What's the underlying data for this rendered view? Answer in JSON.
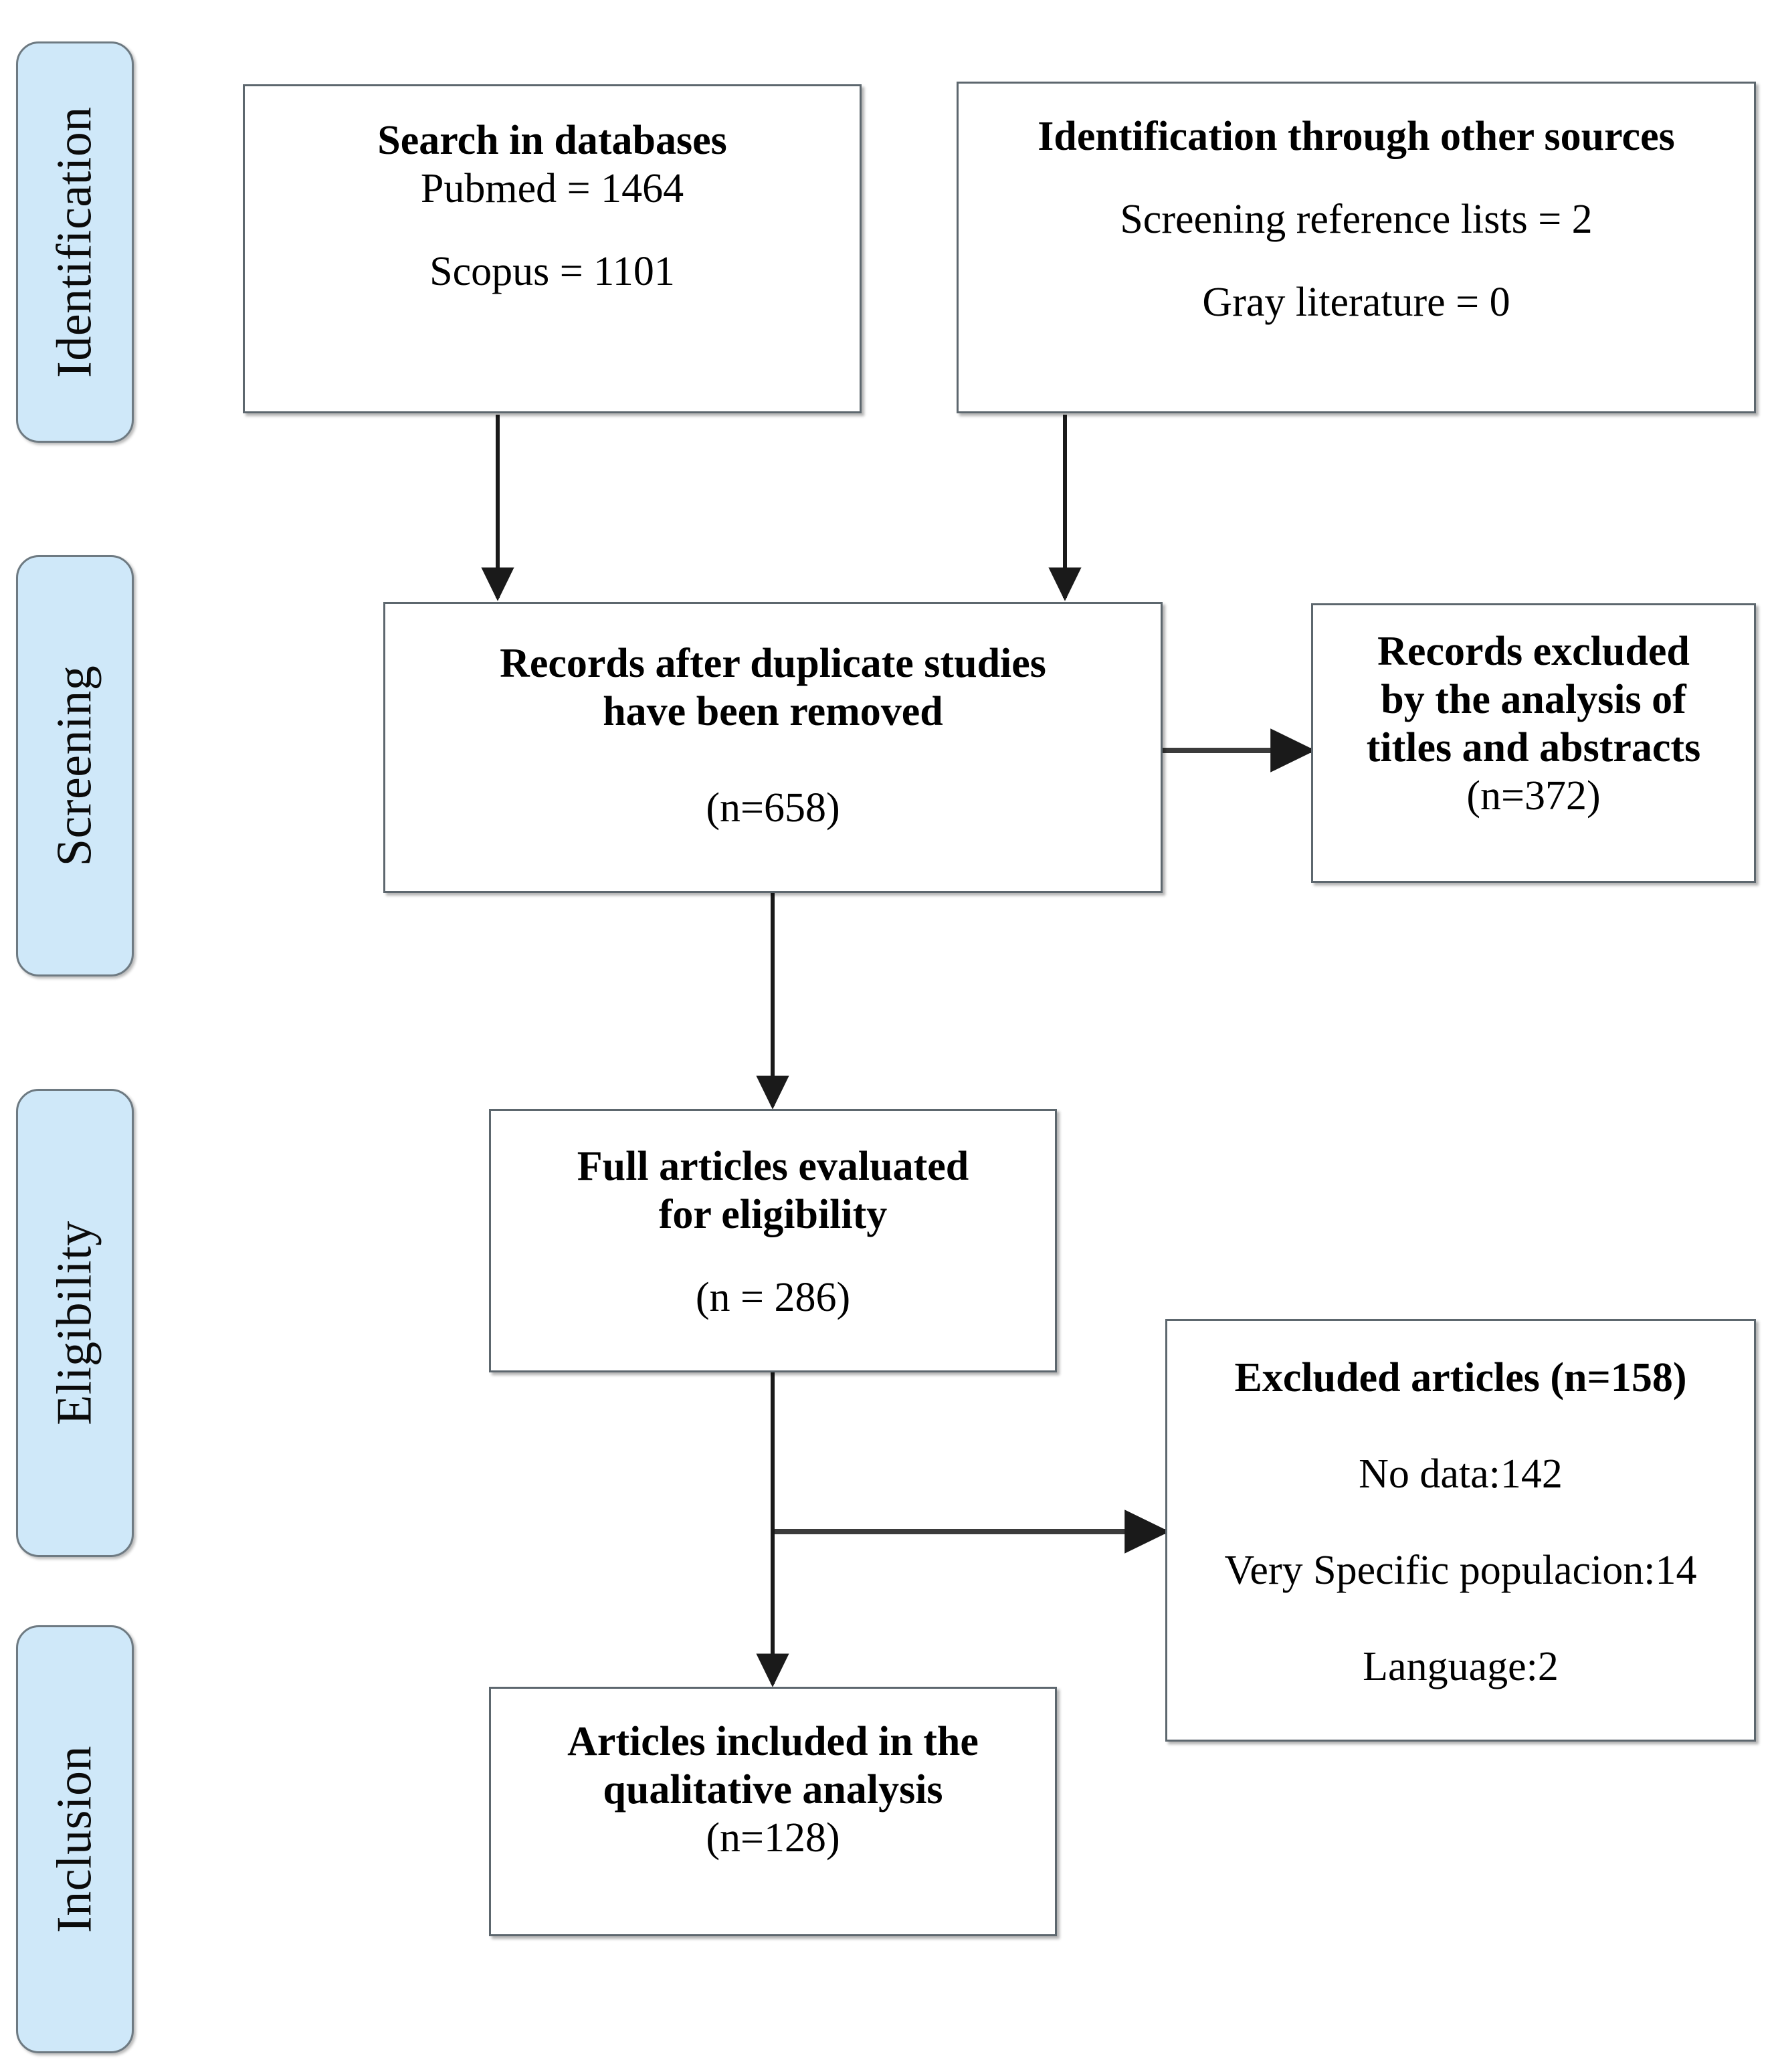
{
  "figure": {
    "type": "prisma-flow-diagram",
    "accent_color": "#cfe8f9",
    "border_color": "#5d676e",
    "background_color": "#ffffff"
  },
  "stages": [
    {
      "label": "Identification"
    },
    {
      "label": "Screening"
    },
    {
      "label": "Eligibility"
    },
    {
      "label": "Inclusion"
    }
  ],
  "boxes": {
    "databases": {
      "title": "Search in databases",
      "line1": "Pubmed = 1464",
      "line2": "Scopus = 1101"
    },
    "other_sources": {
      "title": "Identification through other sources",
      "line1": "Screening reference lists = 2",
      "line2": "Gray literature = 0"
    },
    "deduplicated": {
      "title_line1": "Records after duplicate studies",
      "title_line2": "have been removed",
      "count": "(n=658)"
    },
    "records_excluded": {
      "title_line1": "Records excluded",
      "title_line2": "by the analysis of",
      "title_line3": "titles and abstracts",
      "count": "(n=372)"
    },
    "full_text": {
      "title_line1": "Full articles evaluated",
      "title_line2": "for eligibility",
      "count": "(n = 286)"
    },
    "excluded_articles": {
      "title": "Excluded articles (n=158)",
      "reason1": "No data:142",
      "reason2": "Very Specific populacion:14",
      "reason3": "Language:2"
    },
    "included": {
      "title_line1": "Articles included in the",
      "title_line2": "qualitative analysis",
      "count": "(n=128)"
    }
  },
  "flow_data": {
    "identified_pubmed": 1464,
    "identified_scopus": 1101,
    "identified_reference_lists": 2,
    "identified_gray_literature": 0,
    "after_duplicates_removed": 658,
    "excluded_title_abstract": 372,
    "full_text_assessed": 286,
    "full_text_excluded_total": 158,
    "excluded_no_data": 142,
    "excluded_very_specific_population": 14,
    "excluded_language": 2,
    "included_qualitative": 128
  }
}
